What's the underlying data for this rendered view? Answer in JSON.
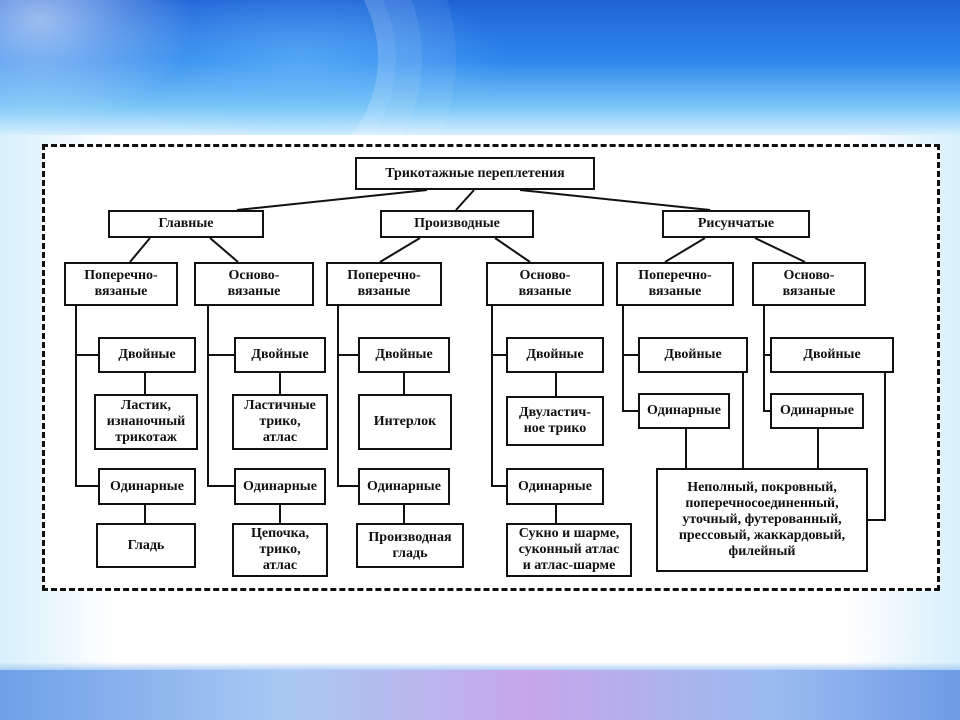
{
  "diagram": {
    "root": "Трикотажные переплетения",
    "groups": [
      {
        "label": "Главные",
        "branches": [
          {
            "label": "Поперечно-\nвязаные",
            "items": [
              "Двойные",
              "Ластик,\nизнаночный\nтрикотаж",
              "Одинарные",
              "Гладь"
            ]
          },
          {
            "label": "Осново-\nвязаные",
            "items": [
              "Двойные",
              "Ластичные\nтрико,\nатлас",
              "Одинарные",
              "Цепочка,\nтрико,\nатлас"
            ]
          }
        ]
      },
      {
        "label": "Производные",
        "branches": [
          {
            "label": "Поперечно-\nвязаные",
            "items": [
              "Двойные",
              "Интерлок",
              "Одинарные",
              "Производная\nгладь"
            ]
          },
          {
            "label": "Осново-\nвязаные",
            "items": [
              "Двойные",
              "Двуластич-\nное трико",
              "Одинарные",
              "Сукно и шарме,\nсуконный атлас\nи атлас-шарме"
            ]
          }
        ]
      },
      {
        "label": "Рисунчатые",
        "branches": [
          {
            "label": "Поперечно-\nвязаные",
            "items": [
              "Двойные",
              "Одинарные"
            ]
          },
          {
            "label": "Осново-\nвязаные",
            "items": [
              "Двойные",
              "Одинарные"
            ]
          }
        ],
        "shared": "Неполный, покровный,\nпоперечносоединенный,\nуточный, футерованный,\nпрессовый, жаккардовый,\nфилейный"
      }
    ]
  }
}
